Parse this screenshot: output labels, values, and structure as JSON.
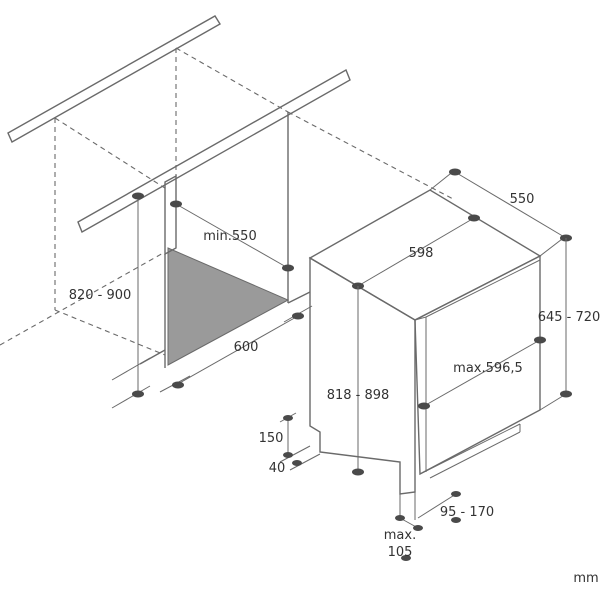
{
  "unit": "mm",
  "dimensions": {
    "niche_height": "820 - 900",
    "niche_depth_min": "min.550",
    "niche_width": "600",
    "appliance_width": "598",
    "appliance_depth": "550",
    "appliance_height": "818 - 898",
    "door_panel_height": "645 - 720",
    "door_panel_width": "max.596,5",
    "plinth_recess": "150",
    "foot_height": "40",
    "plinth_offset": "95 - 170",
    "plinth_max_line1": "max.",
    "plinth_max_line2": "105"
  },
  "colors": {
    "line": "#6a6a6a",
    "shade": "#9a9a9a",
    "text": "#333333"
  }
}
